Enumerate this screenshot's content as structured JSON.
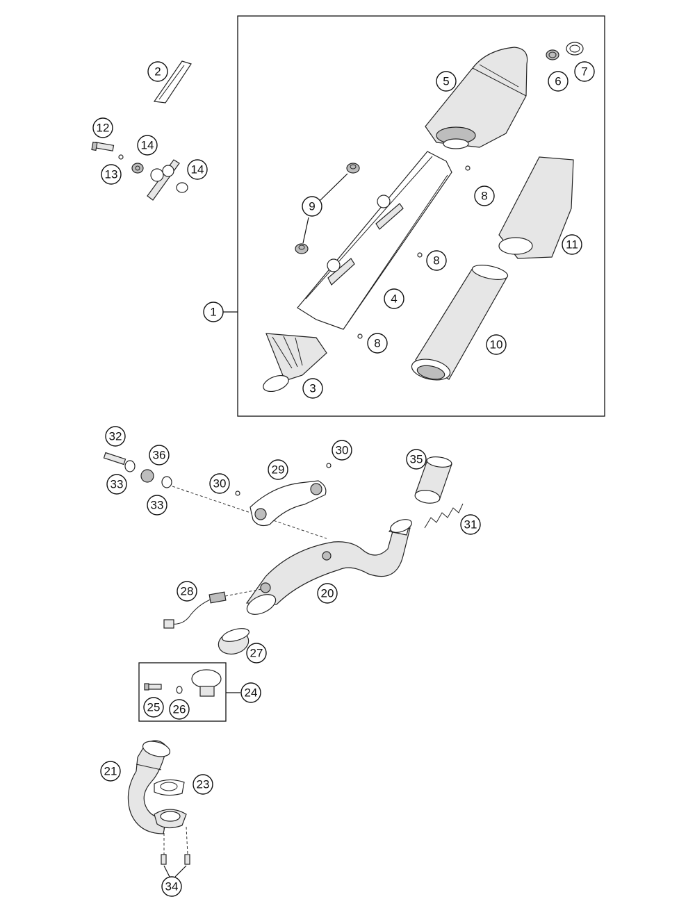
{
  "diagram": {
    "callouts": [
      {
        "id": "c1",
        "label": "1"
      },
      {
        "id": "c2",
        "label": "2"
      },
      {
        "id": "c3",
        "label": "3"
      },
      {
        "id": "c4",
        "label": "4"
      },
      {
        "id": "c5",
        "label": "5"
      },
      {
        "id": "c6",
        "label": "6"
      },
      {
        "id": "c7",
        "label": "7"
      },
      {
        "id": "c8a",
        "label": "8"
      },
      {
        "id": "c8b",
        "label": "8"
      },
      {
        "id": "c8c",
        "label": "8"
      },
      {
        "id": "c9",
        "label": "9"
      },
      {
        "id": "c10",
        "label": "10"
      },
      {
        "id": "c11",
        "label": "11"
      },
      {
        "id": "c12",
        "label": "12"
      },
      {
        "id": "c13",
        "label": "13"
      },
      {
        "id": "c14a",
        "label": "14"
      },
      {
        "id": "c14b",
        "label": "14"
      },
      {
        "id": "c20",
        "label": "20"
      },
      {
        "id": "c21",
        "label": "21"
      },
      {
        "id": "c23",
        "label": "23"
      },
      {
        "id": "c24",
        "label": "24"
      },
      {
        "id": "c25",
        "label": "25"
      },
      {
        "id": "c26",
        "label": "26"
      },
      {
        "id": "c27",
        "label": "27"
      },
      {
        "id": "c28",
        "label": "28"
      },
      {
        "id": "c29",
        "label": "29"
      },
      {
        "id": "c30a",
        "label": "30"
      },
      {
        "id": "c30b",
        "label": "30"
      },
      {
        "id": "c31",
        "label": "31"
      },
      {
        "id": "c32",
        "label": "32"
      },
      {
        "id": "c33a",
        "label": "33"
      },
      {
        "id": "c33b",
        "label": "33"
      },
      {
        "id": "c34",
        "label": "34"
      },
      {
        "id": "c35",
        "label": "35"
      },
      {
        "id": "c36",
        "label": "36"
      }
    ]
  }
}
